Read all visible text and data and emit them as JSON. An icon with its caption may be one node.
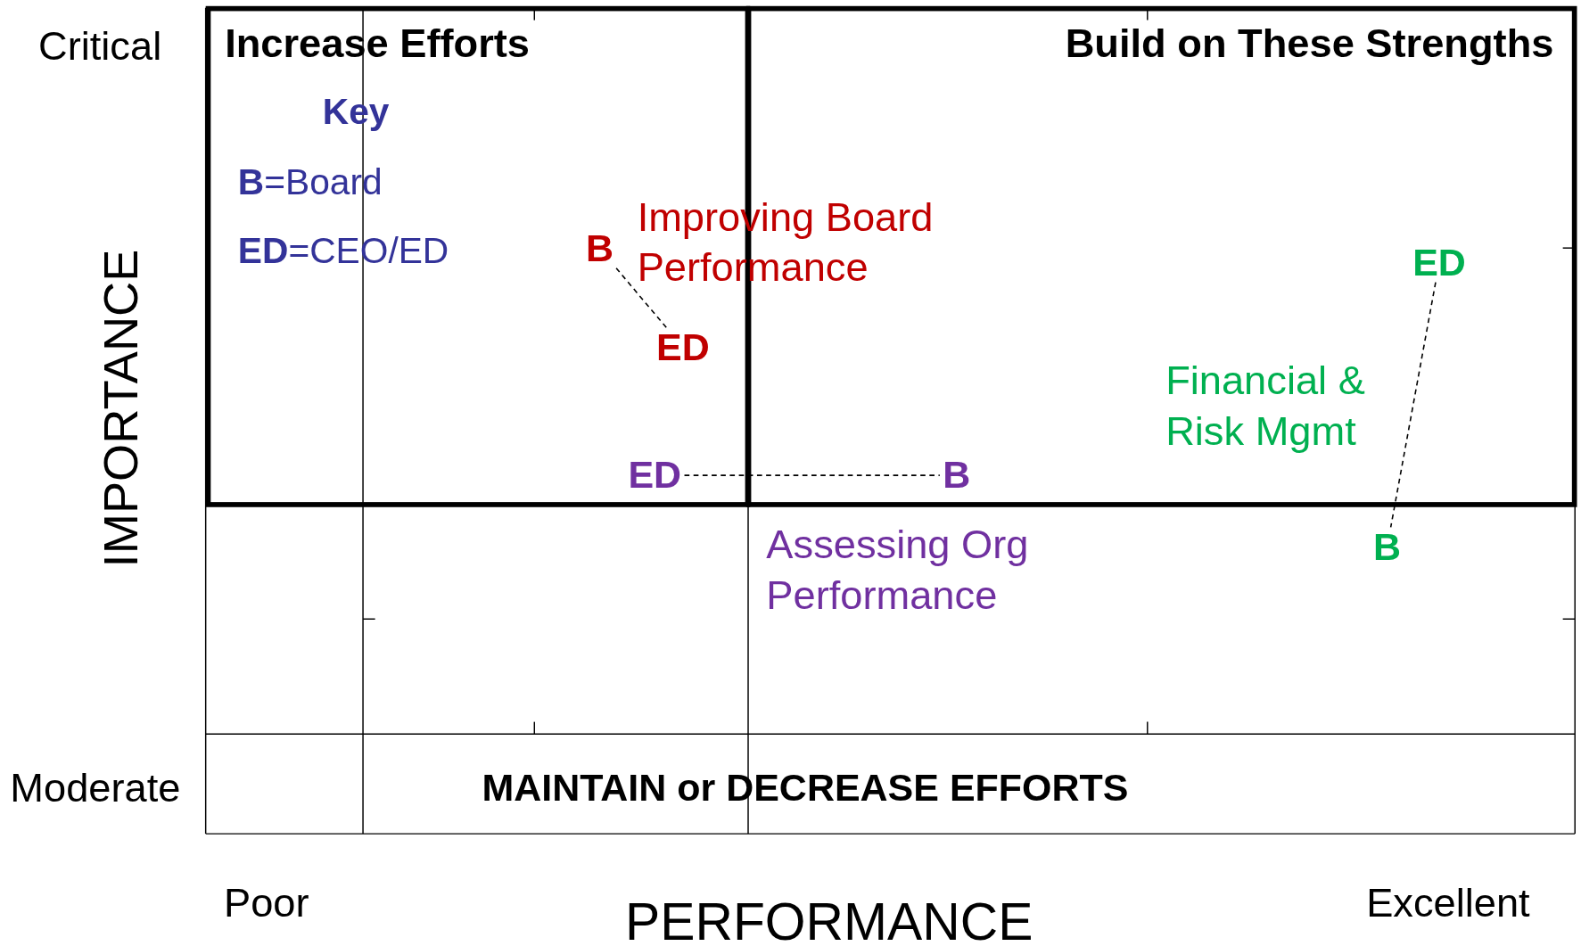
{
  "diagram": {
    "nodes": [
      {
        "text": [
          "Increase Efforts"
        ]
      },
      {
        "text": [
          "Build on These Strengths"
        ]
      },
      {
        "text": [
          "B"
        ],
        "in": 0
      },
      {
        "text": [
          "ED"
        ],
        "in": 0
      },
      {
        "text": [
          "ED"
        ],
        "in": 1
      },
      {
        "text": [
          "ED"
        ],
        "in": 0
      },
      {
        "text": [
          "B"
        ],
        "in": 1
      },
      {
        "text": [
          "B"
        ]
      }
    ],
    "edges": [
      {
        "from": 2,
        "to": 3,
        "arrow": "none",
        "style": "dashed"
      },
      {
        "from": 5,
        "to": 6,
        "arrow": "none",
        "style": "dashed"
      },
      {
        "from": 4,
        "to": 7,
        "arrow": "none",
        "style": "dashed"
      }
    ],
    "labels": [
      "Critical",
      "Key",
      "**B**=Board",
      "**ED**=CEO/ED",
      "Improving Board Performance",
      "Financial & Risk Mgmt",
      "Assessing Org Performance",
      "IMPORTANCE",
      "Moderate",
      "MAINTAIN or DECREASE EFFORTS",
      "Poor",
      "PERFORMANCE",
      "Excellent"
    ]
  }
}
